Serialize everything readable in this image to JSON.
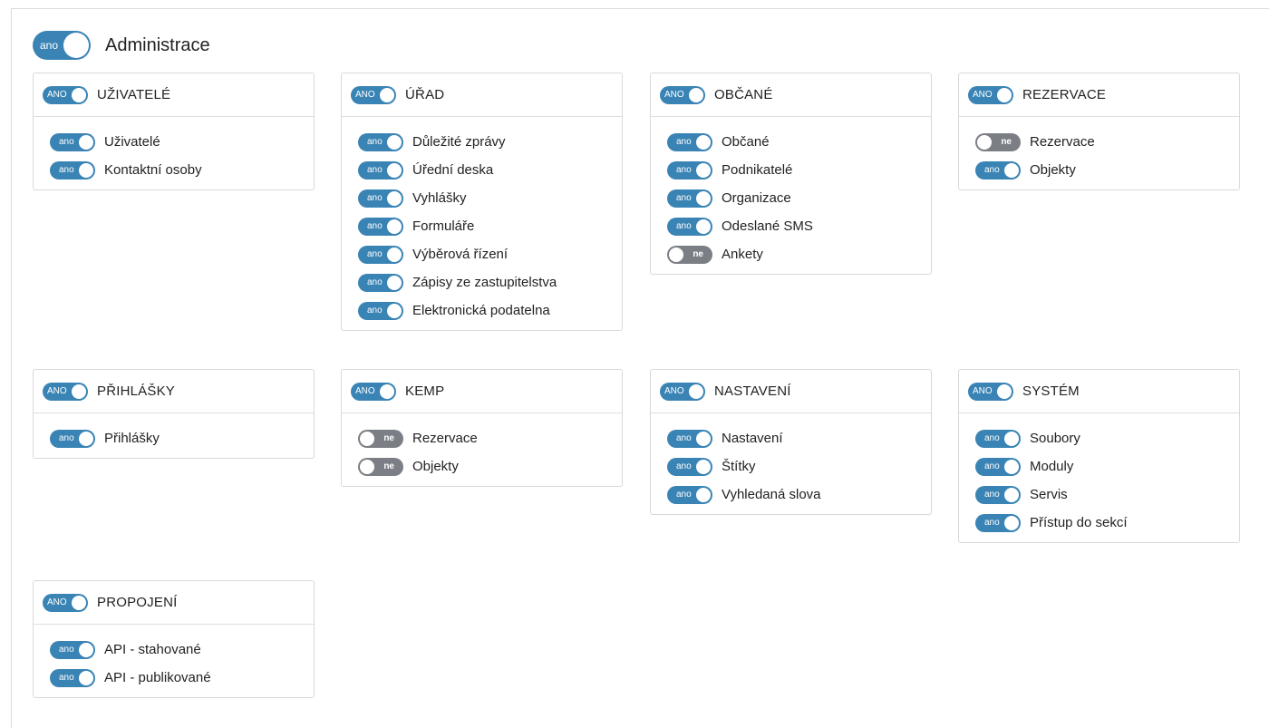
{
  "master": {
    "toggle_text": "ano",
    "label": "Administrace",
    "state": "on"
  },
  "groups": [
    {
      "title": "UŽIVATELÉ",
      "toggle_text": "ANO",
      "items": [
        {
          "label": "Uživatelé",
          "state": "on",
          "text": "ano"
        },
        {
          "label": "Kontaktní osoby",
          "state": "on",
          "text": "ano"
        }
      ]
    },
    {
      "title": "ÚŘAD",
      "toggle_text": "ANO",
      "items": [
        {
          "label": "Důležité zprávy",
          "state": "on",
          "text": "ano"
        },
        {
          "label": "Úřední deska",
          "state": "on",
          "text": "ano"
        },
        {
          "label": "Vyhlášky",
          "state": "on",
          "text": "ano"
        },
        {
          "label": "Formuláře",
          "state": "on",
          "text": "ano"
        },
        {
          "label": "Výběrová řízení",
          "state": "on",
          "text": "ano"
        },
        {
          "label": "Zápisy ze zastupitelstva",
          "state": "on",
          "text": "ano"
        },
        {
          "label": "Elektronická podatelna",
          "state": "on",
          "text": "ano"
        }
      ]
    },
    {
      "title": "OBČANÉ",
      "toggle_text": "ANO",
      "items": [
        {
          "label": "Občané",
          "state": "on",
          "text": "ano"
        },
        {
          "label": "Podnikatelé",
          "state": "on",
          "text": "ano"
        },
        {
          "label": "Organizace",
          "state": "on",
          "text": "ano"
        },
        {
          "label": "Odeslané SMS",
          "state": "on",
          "text": "ano"
        },
        {
          "label": "Ankety",
          "state": "off",
          "text": "ne"
        }
      ]
    },
    {
      "title": "REZERVACE",
      "toggle_text": "ANO",
      "items": [
        {
          "label": "Rezervace",
          "state": "off",
          "text": "ne"
        },
        {
          "label": "Objekty",
          "state": "on",
          "text": "ano"
        }
      ]
    },
    {
      "title": "PŘIHLÁŠKY",
      "toggle_text": "ANO",
      "items": [
        {
          "label": "Přihlášky",
          "state": "on",
          "text": "ano"
        }
      ]
    },
    {
      "title": "KEMP",
      "toggle_text": "ANO",
      "items": [
        {
          "label": "Rezervace",
          "state": "off",
          "text": "ne"
        },
        {
          "label": "Objekty",
          "state": "off",
          "text": "ne"
        }
      ]
    },
    {
      "title": "NASTAVENÍ",
      "toggle_text": "ANO",
      "items": [
        {
          "label": "Nastavení",
          "state": "on",
          "text": "ano"
        },
        {
          "label": "Štítky",
          "state": "on",
          "text": "ano"
        },
        {
          "label": "Vyhledaná slova",
          "state": "on",
          "text": "ano"
        }
      ]
    },
    {
      "title": "SYSTÉM",
      "toggle_text": "ANO",
      "items": [
        {
          "label": "Soubory",
          "state": "on",
          "text": "ano"
        },
        {
          "label": "Moduly",
          "state": "on",
          "text": "ano"
        },
        {
          "label": "Servis",
          "state": "on",
          "text": "ano"
        },
        {
          "label": "Přístup do sekcí",
          "state": "on",
          "text": "ano"
        }
      ]
    },
    {
      "title": "PROPOJENÍ",
      "toggle_text": "ANO",
      "items": [
        {
          "label": "API - stahované",
          "state": "on",
          "text": "ano"
        },
        {
          "label": "API - publikované",
          "state": "on",
          "text": "ano"
        }
      ]
    }
  ],
  "colors": {
    "toggle_on": "#3a84b5",
    "toggle_off": "#7b7f85",
    "border": "#d9d9d9"
  }
}
